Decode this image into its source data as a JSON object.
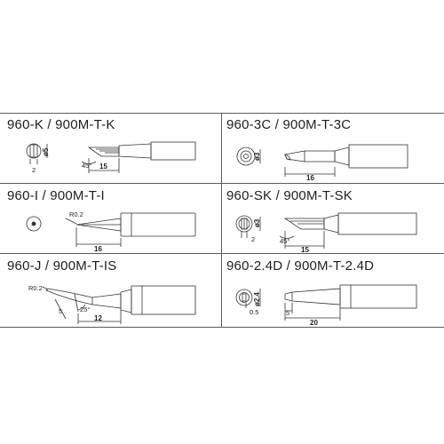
{
  "tips": [
    {
      "title": "960-K / 900M-T-K",
      "front_view": "cross-section",
      "dimensions": {
        "diameter": "ø5",
        "side": "2",
        "angle": "45°",
        "length": "15"
      }
    },
    {
      "title": "960-3C / 900M-T-3C",
      "front_view": "round",
      "dimensions": {
        "diameter": "ø3",
        "length": "16"
      }
    },
    {
      "title": "960-I / 900M-T-I",
      "front_view": "pin",
      "dimensions": {
        "radius": "R0.2",
        "length": "16"
      }
    },
    {
      "title": "960-SK / 900M-T-SK",
      "front_view": "cross-section",
      "dimensions": {
        "diameter": "ø3",
        "side": "2",
        "angle": "45°",
        "length": "15"
      }
    },
    {
      "title": "960-J / 900M-T-IS",
      "front_view": "none",
      "dimensions": {
        "radius": "R0.2",
        "side": "5",
        "angle": "25°",
        "length": "12"
      }
    },
    {
      "title": "960-2.4D / 900M-T-2.4D",
      "front_view": "round",
      "dimensions": {
        "diameter": "ø2.4",
        "thickness": "0.5",
        "side": "5",
        "length": "20"
      }
    }
  ]
}
